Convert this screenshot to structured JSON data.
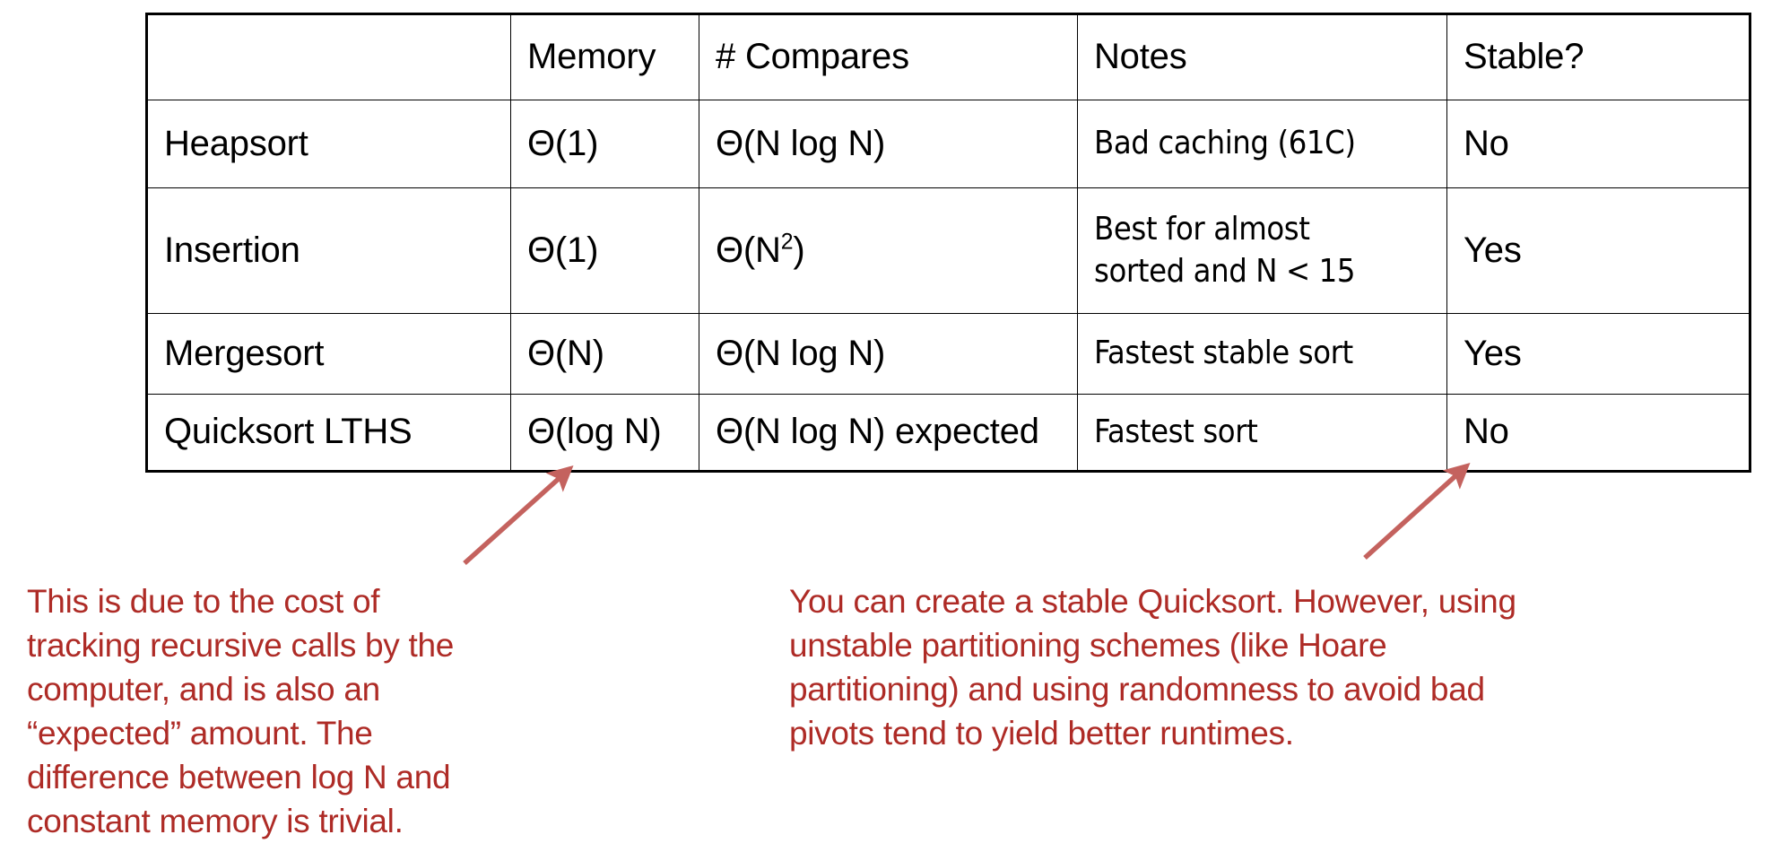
{
  "table": {
    "columns": [
      "",
      "Memory",
      "# Compares",
      "Notes",
      "Stable?"
    ],
    "rows": [
      {
        "algorithm": "Heapsort",
        "memory": "Θ(1)",
        "compares": "Θ(N log N)",
        "notes": [
          "Bad caching (61C)"
        ],
        "stable": "No"
      },
      {
        "algorithm": "Insertion",
        "memory": "Θ(1)",
        "compares_base": "Θ(N",
        "compares_exponent": "2",
        "compares_tail": ")",
        "compares": "Θ(N²)",
        "notes": [
          "Best for almost",
          "sorted and N < 15"
        ],
        "stable": "Yes"
      },
      {
        "algorithm": "Mergesort",
        "memory": "Θ(N)",
        "compares": "Θ(N log N)",
        "notes": [
          "Fastest stable sort"
        ],
        "stable": "Yes"
      },
      {
        "algorithm": "Quicksort LTHS",
        "memory": "Θ(log N)",
        "compares": "Θ(N log N) expected",
        "notes": [
          "Fastest sort"
        ],
        "stable": "No"
      }
    ]
  },
  "annotations": {
    "memory_note": {
      "lines": [
        "This is due to the cost of",
        "tracking recursive calls by the",
        "computer, and is also an",
        "“expected” amount. The",
        "difference between log N and",
        "constant memory is trivial."
      ]
    },
    "stable_note": {
      "lines": [
        "You can create a stable Quicksort. However, using",
        "unstable partitioning schemes (like Hoare",
        "partitioning) and using randomness to avoid bad",
        "pivots tend to yield better runtimes."
      ]
    }
  },
  "colors": {
    "annotation_text": "#AE2B26",
    "arrow": "#C4625E",
    "table_border": "#000000",
    "background": "#FFFFFF"
  }
}
